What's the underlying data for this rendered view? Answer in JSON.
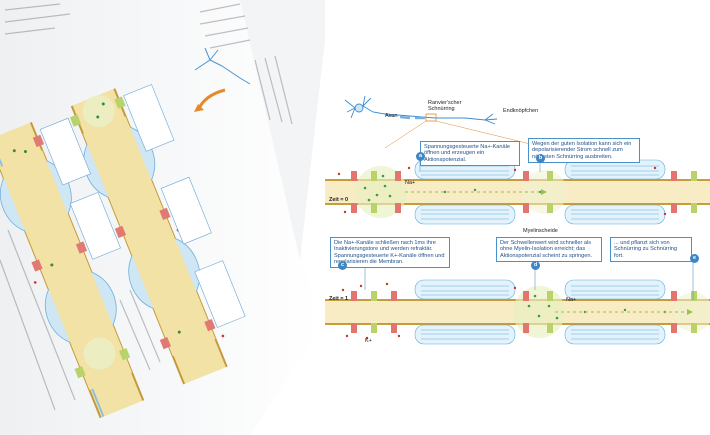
{
  "top_labels": {
    "axon": "Axon",
    "node": "Ranvier'scher\nSchnürring",
    "terminals": "Endknöpfchen"
  },
  "row_labels": {
    "time0": "Zeit = 0",
    "time1": "Zeit = 1"
  },
  "inline_labels": {
    "myelin": "Myelinscheide",
    "na": "Na+",
    "na2": "Na+",
    "k": "K+"
  },
  "captions": [
    {
      "num": "a",
      "text": "Spannungsgesteuerte Na+-Kanäle öffnen und erzeugen ein Aktionspotenzial."
    },
    {
      "num": "b",
      "text": "Wegen der guten Isolation kann sich ein depolarisierender Strom schnell zum nächsten Schnürring ausbreiten."
    },
    {
      "num": "c",
      "text": "Die Na+-Kanäle schließen nach 1ms ihre Inaktivierungstore und werden refraktär. Spannungsgesteuerte K+-Kanäle öffnen und repolarisieren die Membran."
    },
    {
      "num": "d",
      "text": "Der Schwellenwert wird schneller als ohne Myelin-Isolation erreicht; das Aktionspotenzial scheint zu springen."
    },
    {
      "num": "e",
      "text": "... und pflanzt sich von Schnürring zu Schnürring fort."
    }
  ],
  "colors": {
    "axon_fill": "#f7ecc4",
    "myelin_line": "#5fb0e0",
    "channel_red": "#e2766f",
    "channel_green": "#b9d36a",
    "caption_blue": "#1f4f8a"
  }
}
